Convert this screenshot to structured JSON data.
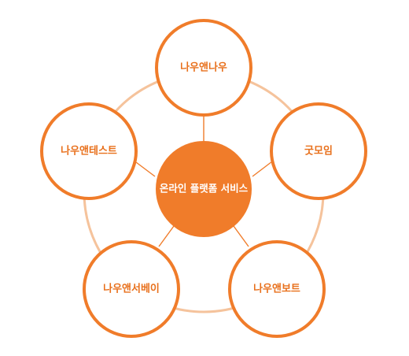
{
  "diagram": {
    "center": {
      "label": "온라인 플랫폼 서비스"
    },
    "nodes": [
      {
        "label": "나우앤나우"
      },
      {
        "label": "굿모임"
      },
      {
        "label": "나우앤보트"
      },
      {
        "label": "나우앤서베이"
      },
      {
        "label": "나우앤테스트"
      }
    ]
  },
  "colors": {
    "accent": "#f07c2a",
    "ring": "#f5c39c",
    "connector": "#f07c2a",
    "node_fill": "#ffffff",
    "center_text": "#ffffff",
    "node_text": "#e8701c"
  }
}
